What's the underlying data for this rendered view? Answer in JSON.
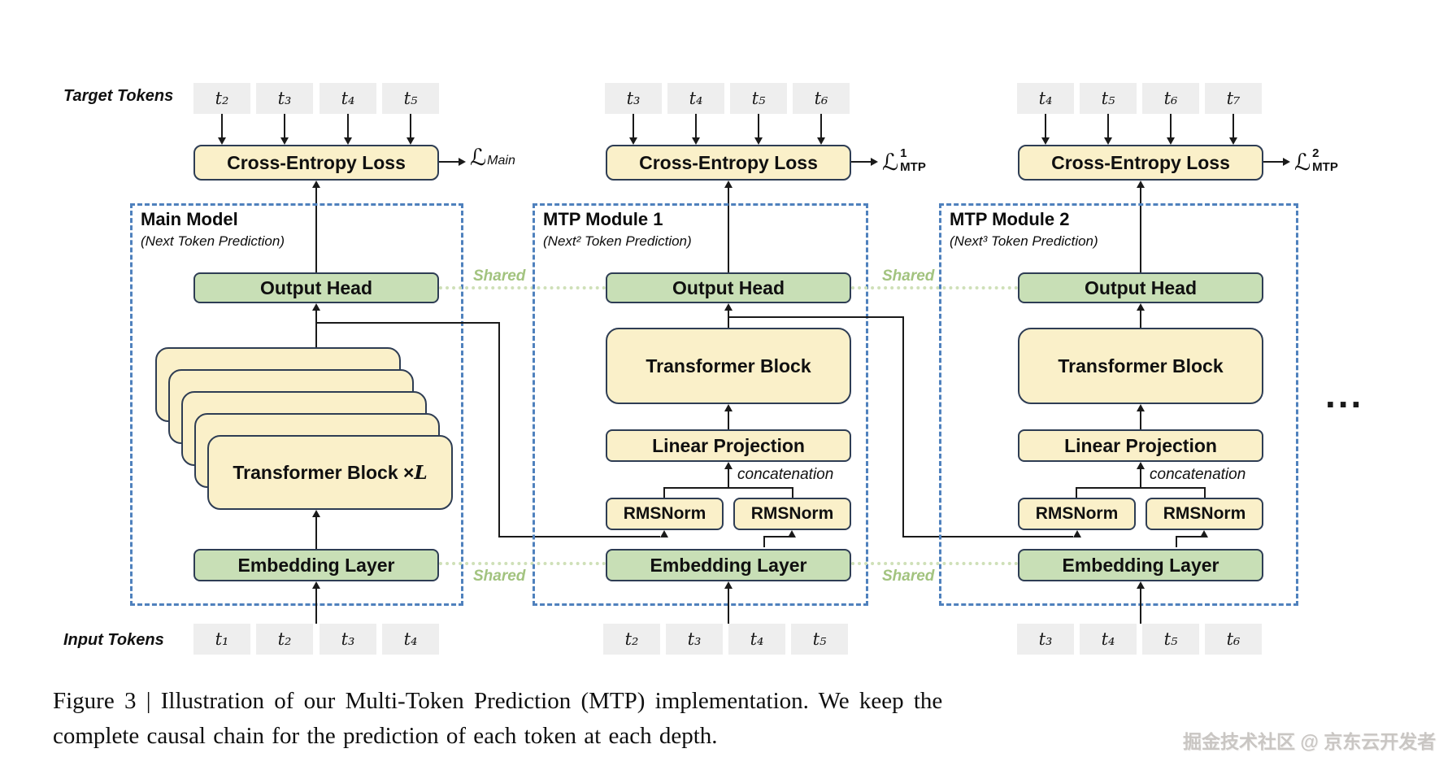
{
  "row_labels": {
    "target": "Target Tokens",
    "input": "Input Tokens"
  },
  "shared_label": "Shared",
  "concatenation_label": "concatenation",
  "ellipsis": "...",
  "boxes": {
    "cross_entropy": "Cross-Entropy Loss",
    "output_head": "Output Head",
    "transformer_block": "Transformer Block",
    "transformer_block_stack_prefix": "Transformer Block × ",
    "transformer_block_stack_var": "L",
    "linear_projection": "Linear Projection",
    "rmsnorm": "RMSNorm",
    "embedding_layer": "Embedding Layer"
  },
  "modules": [
    {
      "title": "Main Model",
      "subtitle": "(Next Token Prediction)",
      "loss": {
        "symbol": "ℒ",
        "sup": "",
        "sub": "Main"
      },
      "targets": [
        "t₂",
        "t₃",
        "t₄",
        "t₅"
      ],
      "inputs": [
        "t₁",
        "t₂",
        "t₃",
        "t₄"
      ]
    },
    {
      "title": "MTP Module 1",
      "subtitle": "(Next² Token Prediction)",
      "loss": {
        "symbol": "ℒ",
        "sup": "1",
        "sub": "MTP"
      },
      "targets": [
        "t₃",
        "t₄",
        "t₅",
        "t₆"
      ],
      "inputs": [
        "t₂",
        "t₃",
        "t₄",
        "t₅"
      ]
    },
    {
      "title": "MTP Module 2",
      "subtitle": "(Next³ Token Prediction)",
      "loss": {
        "symbol": "ℒ",
        "sup": "2",
        "sub": "MTP"
      },
      "targets": [
        "t₄",
        "t₅",
        "t₆",
        "t₇"
      ],
      "inputs": [
        "t₃",
        "t₄",
        "t₅",
        "t₆"
      ]
    }
  ],
  "caption": {
    "line1": "Figure 3 | Illustration of our Multi-Token Prediction (MTP) implementation.  We keep the",
    "line2": "complete causal chain for the prediction of each token at each depth."
  },
  "watermark": "掘金技术社区 @ 京东云开发者",
  "colors": {
    "block_yellow": "#faf0c9",
    "block_green": "#c8dfb6",
    "border_navy": "#2e3d54",
    "dashed_blue": "#4f81bd",
    "shared_green": "#a2c37f",
    "token_gray": "#eeeeee"
  }
}
